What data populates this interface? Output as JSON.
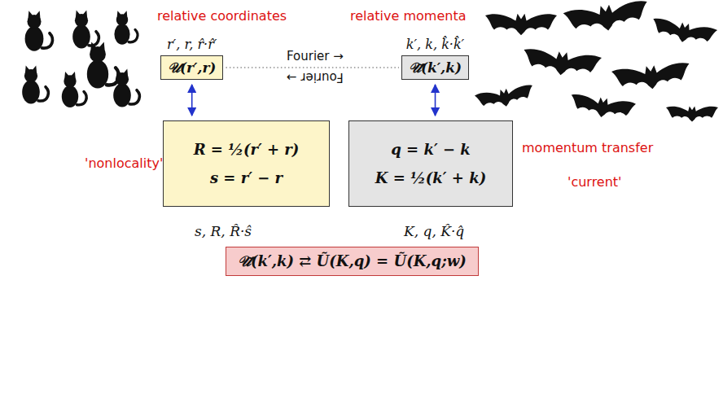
{
  "diagram": {
    "nodes": [
      {
        "text": [
          "r′, r, r̂·r̂′",
          "𝒰(r′,r)"
        ]
      },
      {
        "text": [
          "k′, k, k̂·k̂′",
          "𝒰̃(k′,k)"
        ]
      },
      {
        "text": [
          "R = ½(r′ + r)",
          "s = r′ − r"
        ]
      },
      {
        "text": [
          "q = k′ − k",
          "K = ½(k′ + k)"
        ]
      },
      {
        "text": [
          "𝒰̃(k′,k) ⇄ Ũ(K,q) = Ũ(K,q;w)"
        ]
      }
    ],
    "edges": [
      {
        "from": 0,
        "to": 1,
        "arrow": "none"
      },
      {
        "from": 0,
        "to": 2,
        "arrow": "both"
      },
      {
        "from": 1,
        "to": 3,
        "arrow": "both"
      }
    ],
    "labels": [
      "relative coordinates",
      "relative momenta",
      "Fourier →",
      "Fourier →",
      "'nonlocality'",
      "momentum transfer",
      "'current'",
      "s, R, R̂·ŝ",
      "K, q, K̂·q̂"
    ]
  }
}
